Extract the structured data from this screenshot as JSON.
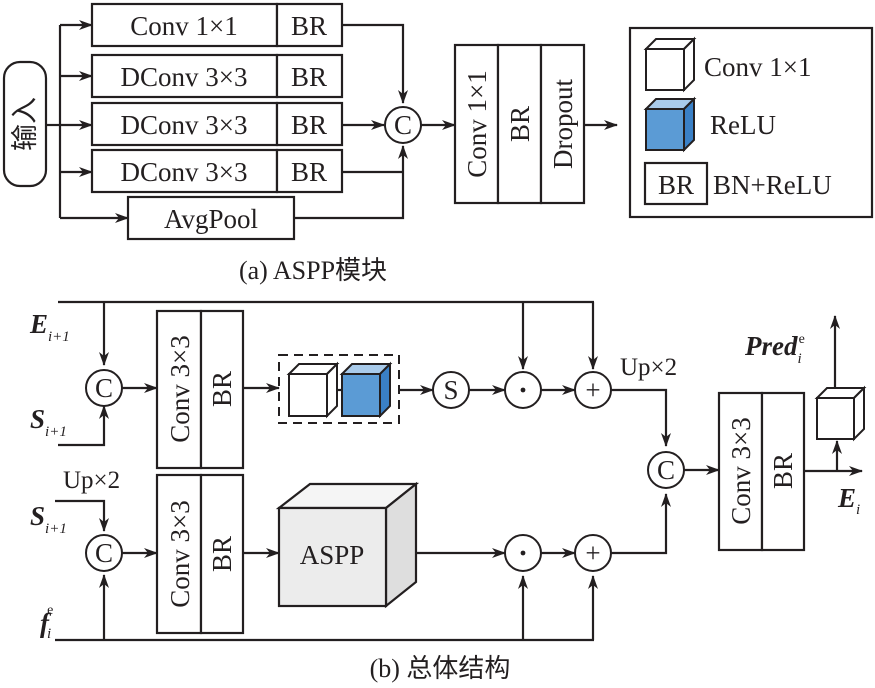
{
  "panel_a": {
    "input_label": "输入",
    "branches": [
      {
        "op": "Conv 1×1",
        "br": "BR"
      },
      {
        "op": "DConv 3×3",
        "br": "BR"
      },
      {
        "op": "DConv 3×3",
        "br": "BR"
      },
      {
        "op": "DConv 3×3",
        "br": "BR"
      }
    ],
    "avgpool": "AvgPool",
    "concat_symbol": "C",
    "output_block": [
      "Conv 1×1",
      "BR",
      "Dropout"
    ],
    "caption": "(a) ASPP模块"
  },
  "legend": {
    "items": [
      {
        "icon": "white-cube-icon",
        "label": "Conv 1×1"
      },
      {
        "icon": "blue-cube-icon",
        "label": "ReLU"
      },
      {
        "icon": "br-box-icon",
        "box_text": "BR",
        "label": "BN+ReLU"
      }
    ],
    "colors": {
      "relu_front": "#5b9bd5",
      "relu_top": "#a9cbeb",
      "relu_side": "#3a80c6",
      "aspp_fill": "#ececec"
    }
  },
  "panel_b": {
    "inputs": {
      "e_main": "E",
      "e_sub": "i+1",
      "s_top_main": "S",
      "s_top_sub": "i+1",
      "s_bot_main": "S",
      "s_bot_sub": "i+1",
      "f_main": "f",
      "f_sub": "i",
      "f_sup": "e"
    },
    "up_label_left": "Up×2",
    "up_label_right": "Up×2",
    "conv_block": {
      "conv": "Conv 3×3",
      "br": "BR"
    },
    "concat_symbol": "C",
    "sigmoid_symbol": "S",
    "multiply_symbol": "·",
    "add_symbol": "+",
    "aspp_label": "ASPP",
    "outputs": {
      "pred_main": "Pred",
      "pred_sub": "i",
      "pred_sup": "e",
      "e_main": "E",
      "e_sub": "i"
    },
    "caption": "(b) 总体结构"
  }
}
